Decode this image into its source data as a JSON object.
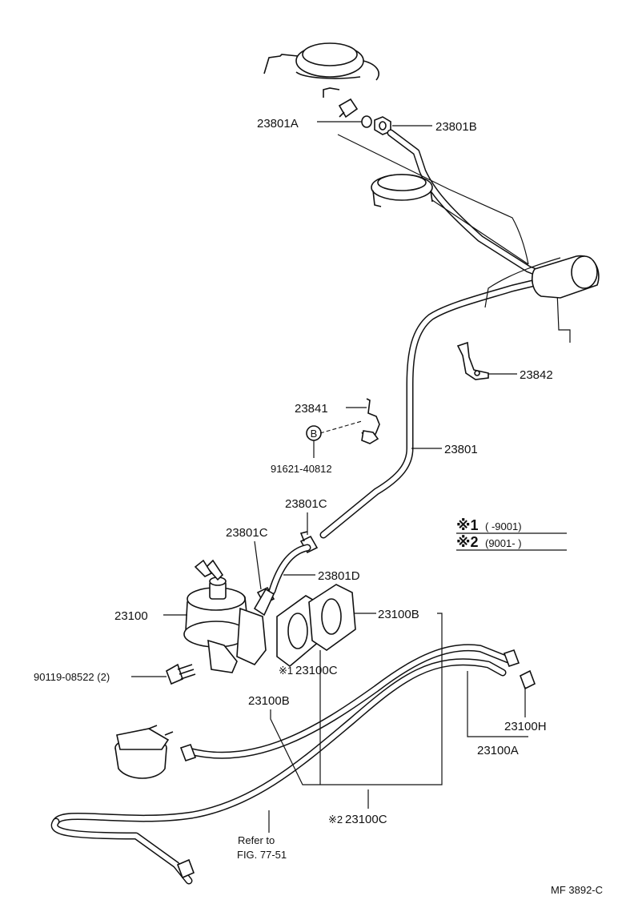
{
  "labels": {
    "p23801A": "23801A",
    "p23801B": "23801B",
    "p23842": "23842",
    "p23841": "23841",
    "bolt_b": "B",
    "p91621": "91621-40812",
    "p23801": "23801",
    "p23801C_top": "23801C",
    "p23801C_left": "23801C",
    "p23801D": "23801D",
    "p23100": "23100",
    "p23100B_right": "23100B",
    "p90119": "90119-08522 (2)",
    "p23100C_1": "23100C",
    "p23100B_left": "23100B",
    "p23100H": "23100H",
    "p23100A": "23100A",
    "p23100C_2": "23100C",
    "refer_line1": "Refer to",
    "refer_line2": "FIG. 77-51",
    "figure_code": "MF 3892-C"
  },
  "notes": {
    "mark1_symbol": "※1",
    "mark1_range": "(       -9001)",
    "mark2_symbol": "※2",
    "mark2_range": "(9001-        )",
    "inline_mark1": "※1",
    "inline_mark2": "※2"
  }
}
